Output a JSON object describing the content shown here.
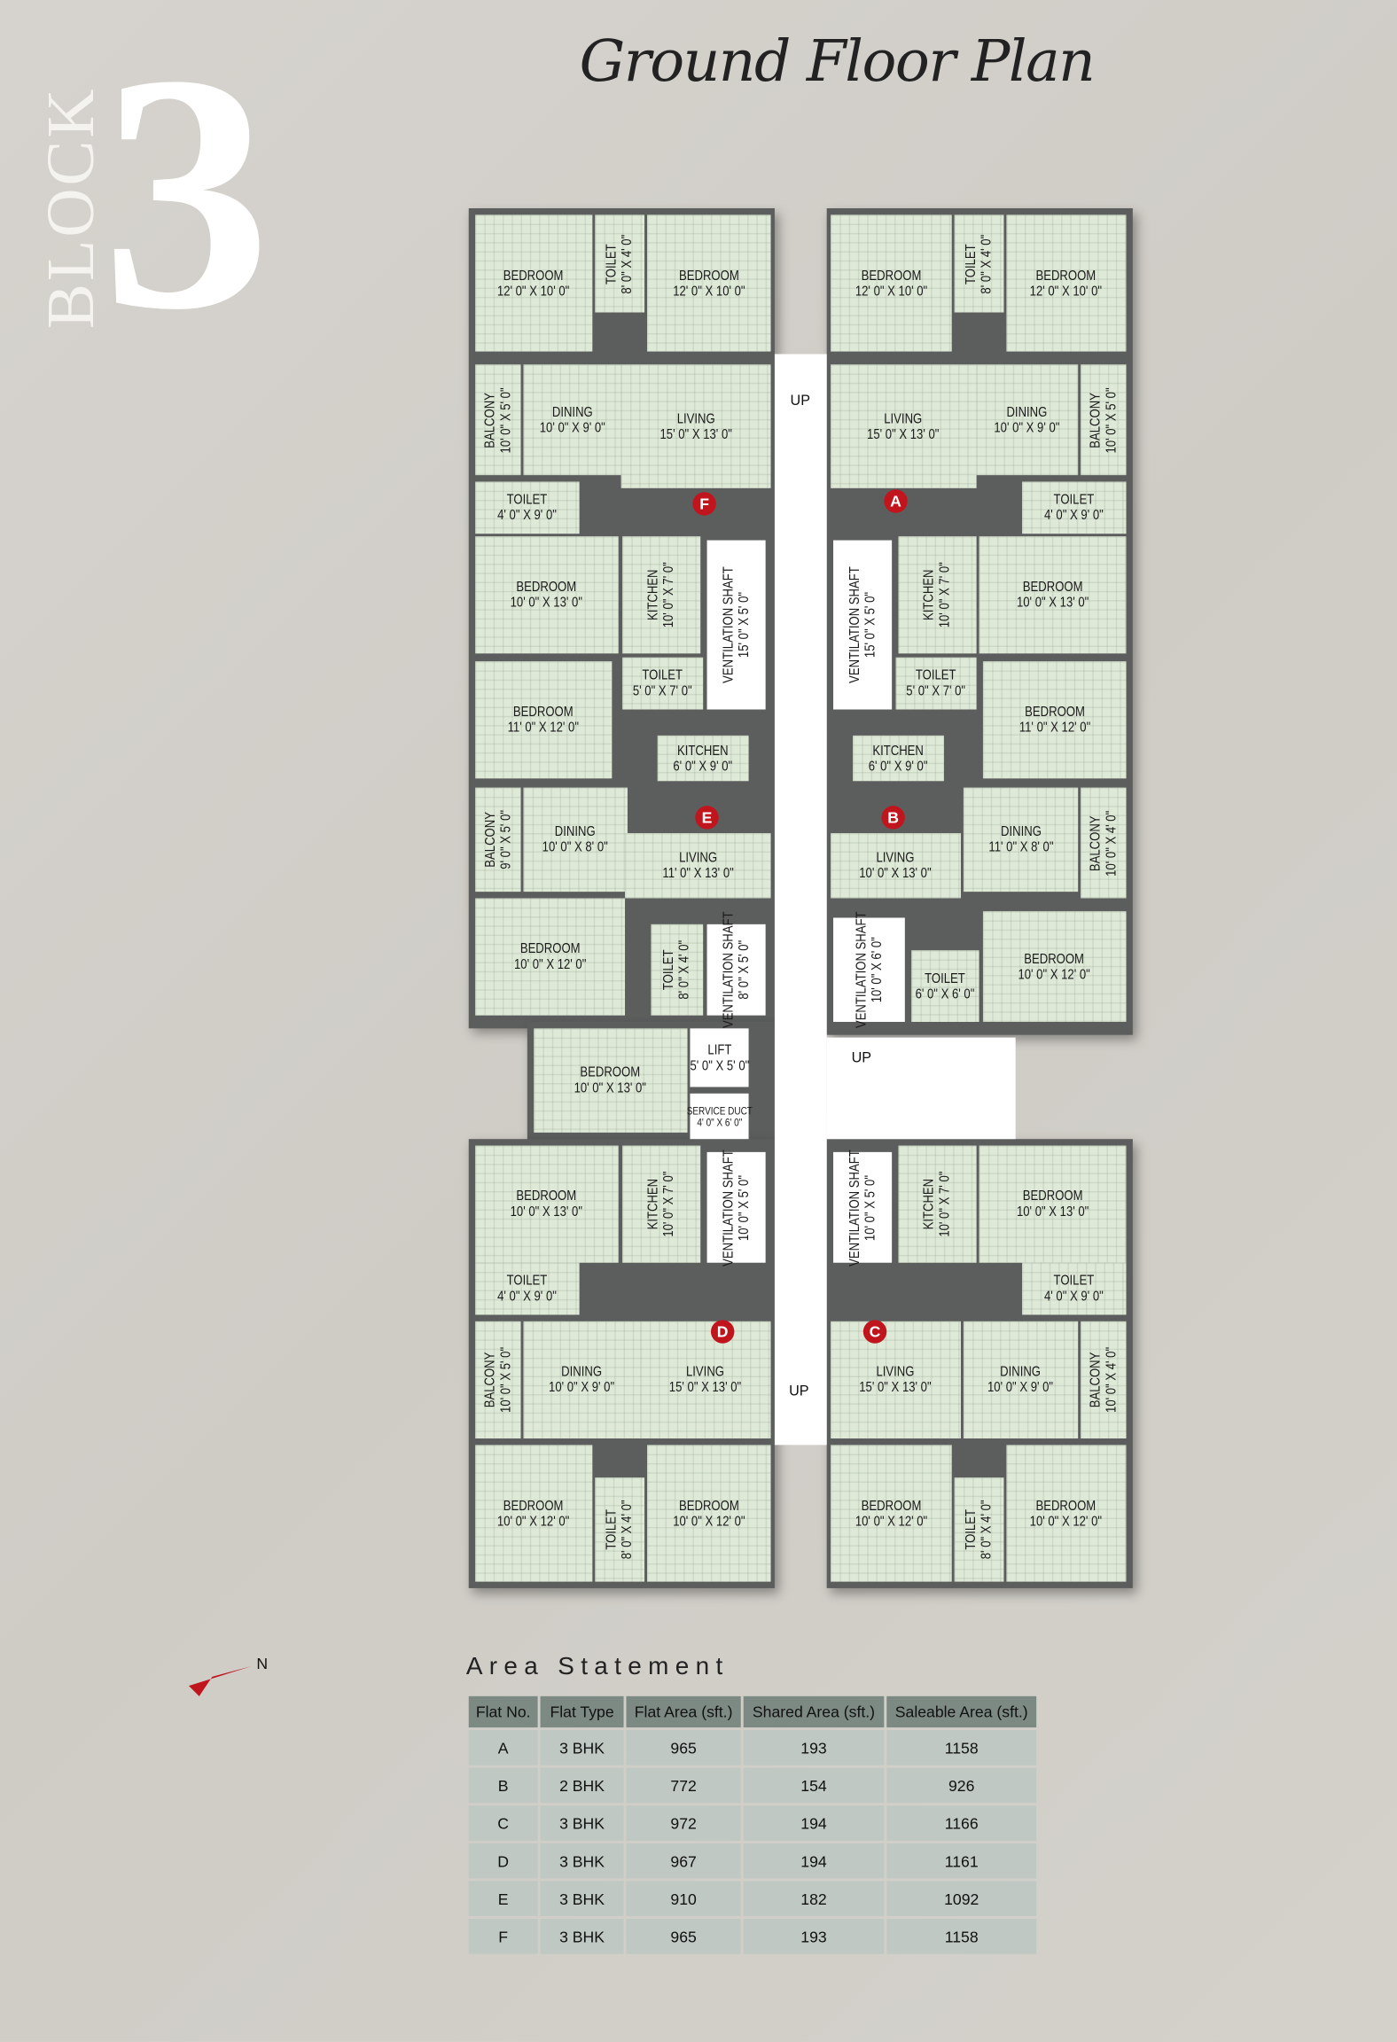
{
  "header": {
    "title": "Ground Floor Plan",
    "block_label": "BLOCK",
    "block_number": "3"
  },
  "flat_markers": [
    "F",
    "A",
    "E",
    "B",
    "D",
    "C"
  ],
  "stair_labels": [
    "UP",
    "UP",
    "UP"
  ],
  "rooms": [
    {
      "name": "BEDROOM",
      "size": "12' 0\" X 10' 0\""
    },
    {
      "name": "TOILET",
      "size": "8' 0\" X 4' 0\""
    },
    {
      "name": "BEDROOM",
      "size": "12' 0\" X 10' 0\""
    },
    {
      "name": "BALCONY",
      "size": "10' 0\" X 5' 0\""
    },
    {
      "name": "DINING",
      "size": "10' 0\" X 9' 0\""
    },
    {
      "name": "LIVING",
      "size": "15' 0\" X 13' 0\""
    },
    {
      "name": "TOILET",
      "size": "4' 0\" X 9' 0\""
    },
    {
      "name": "BEDROOM",
      "size": "10' 0\" X 13' 0\""
    },
    {
      "name": "KITCHEN",
      "size": "10' 0\" X 7' 0\""
    },
    {
      "name": "VENTILATION SHAFT",
      "size": "15' 0\" X 5' 0\""
    },
    {
      "name": "TOILET",
      "size": "5' 0\" X 7' 0\""
    },
    {
      "name": "BEDROOM",
      "size": "11' 0\" X 12' 0\""
    },
    {
      "name": "KITCHEN",
      "size": "6' 0\" X 9' 0\""
    },
    {
      "name": "BALCONY",
      "size": "9' 0\" X 5' 0\""
    },
    {
      "name": "DINING",
      "size": "10' 0\" X 8' 0\""
    },
    {
      "name": "LIVING",
      "size": "11' 0\" X 13' 0\""
    },
    {
      "name": "BEDROOM",
      "size": "10' 0\" X 12' 0\""
    },
    {
      "name": "TOILET",
      "size": "8' 0\" X 4' 0\""
    },
    {
      "name": "VENTILATION SHAFT",
      "size": "8' 0\" X 5' 0\""
    },
    {
      "name": "BEDROOM",
      "size": "10' 0\" X 13' 0\""
    },
    {
      "name": "LIFT",
      "size": "5' 0\" X 5' 0\""
    },
    {
      "name": "SERVICE DUCT",
      "size": "4' 0\" X 6' 0\""
    },
    {
      "name": "BEDROOM",
      "size": "12' 0\" X 10' 0\""
    },
    {
      "name": "TOILET",
      "size": "8' 0\" X 4' 0\""
    },
    {
      "name": "BEDROOM",
      "size": "12' 0\" X 10' 0\""
    },
    {
      "name": "LIVING",
      "size": "15' 0\" X 13' 0\""
    },
    {
      "name": "DINING",
      "size": "10' 0\" X 9' 0\""
    },
    {
      "name": "BALCONY",
      "size": "10' 0\" X 5' 0\""
    },
    {
      "name": "TOILET",
      "size": "4' 0\" X 9' 0\""
    },
    {
      "name": "VENTILATION SHAFT",
      "size": "15' 0\" X 5' 0\""
    },
    {
      "name": "KITCHEN",
      "size": "10' 0\" X 7' 0\""
    },
    {
      "name": "BEDROOM",
      "size": "10' 0\" X 13' 0\""
    },
    {
      "name": "TOILET",
      "size": "5' 0\" X 7' 0\""
    },
    {
      "name": "BEDROOM",
      "size": "11' 0\" X 12' 0\""
    },
    {
      "name": "KITCHEN",
      "size": "6' 0\" X 9' 0\""
    },
    {
      "name": "LIVING",
      "size": "10' 0\" X 13' 0\""
    },
    {
      "name": "DINING",
      "size": "11' 0\" X 8' 0\""
    },
    {
      "name": "BALCONY",
      "size": "10' 0\" X 4' 0\""
    },
    {
      "name": "VENTILATION SHAFT",
      "size": "10' 0\" X 6' 0\""
    },
    {
      "name": "TOILET",
      "size": "6' 0\" X 6' 0\""
    },
    {
      "name": "BEDROOM",
      "size": "10' 0\" X 12' 0\""
    },
    {
      "name": "BEDROOM",
      "size": "10' 0\" X 13' 0\""
    },
    {
      "name": "KITCHEN",
      "size": "10' 0\" X 7' 0\""
    },
    {
      "name": "VENTILATION SHAFT",
      "size": "10' 0\" X 5' 0\""
    },
    {
      "name": "TOILET",
      "size": "4' 0\" X 9' 0\""
    },
    {
      "name": "BALCONY",
      "size": "10' 0\" X 5' 0\""
    },
    {
      "name": "DINING",
      "size": "10' 0\" X 9' 0\""
    },
    {
      "name": "LIVING",
      "size": "15' 0\" X 13' 0\""
    },
    {
      "name": "BEDROOM",
      "size": "10' 0\" X 12' 0\""
    },
    {
      "name": "TOILET",
      "size": "8' 0\" X 4' 0\""
    },
    {
      "name": "BEDROOM",
      "size": "10' 0\" X 12' 0\""
    },
    {
      "name": "VENTILATION SHAFT",
      "size": "10' 0\" X 5' 0\""
    },
    {
      "name": "KITCHEN",
      "size": "10' 0\" X 7' 0\""
    },
    {
      "name": "BEDROOM",
      "size": "10' 0\" X 13' 0\""
    },
    {
      "name": "TOILET",
      "size": "4' 0\" X 9' 0\""
    },
    {
      "name": "LIVING",
      "size": "15' 0\" X 13' 0\""
    },
    {
      "name": "DINING",
      "size": "10' 0\" X 9' 0\""
    },
    {
      "name": "BALCONY",
      "size": "10' 0\" X 4' 0\""
    },
    {
      "name": "BEDROOM",
      "size": "10' 0\" X 12' 0\""
    },
    {
      "name": "TOILET",
      "size": "8' 0\" X 4' 0\""
    },
    {
      "name": "BEDROOM",
      "size": "10' 0\" X 12' 0\""
    }
  ],
  "north_label": "N",
  "area_statement": {
    "title": "Area Statement",
    "columns": [
      "Flat No.",
      "Flat Type",
      "Flat Area (sft.)",
      "Shared Area (sft.)",
      "Saleable Area (sft.)"
    ],
    "rows": [
      [
        "A",
        "3 BHK",
        "965",
        "193",
        "1158"
      ],
      [
        "B",
        "2 BHK",
        "772",
        "154",
        "926"
      ],
      [
        "C",
        "3 BHK",
        "972",
        "194",
        "1166"
      ],
      [
        "D",
        "3 BHK",
        "967",
        "194",
        "1161"
      ],
      [
        "E",
        "3 BHK",
        "910",
        "182",
        "1092"
      ],
      [
        "F",
        "3 BHK",
        "965",
        "193",
        "1158"
      ]
    ]
  },
  "colors": {
    "marker": "#c0151d",
    "room_fill": "#dfe9d8",
    "wall": "#5c5e5d",
    "table_header": "#7c8a83",
    "table_cell": "#bfc8c2"
  }
}
